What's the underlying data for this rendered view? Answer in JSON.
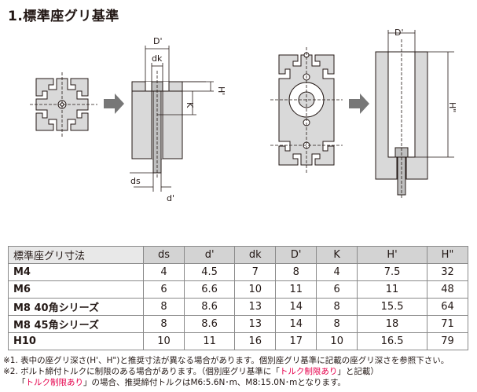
{
  "title": "1.標準座グリ基準",
  "labels": {
    "d_prime_upper": "D'",
    "dk": "dk",
    "h_prime": "H'",
    "k": "K",
    "ds": "ds",
    "d_prime_lower": "d'",
    "d_prime_right": "D'",
    "h_double": "H\""
  },
  "table": {
    "headers": [
      "標準座グリ寸法",
      "ds",
      "d'",
      "dk",
      "D'",
      "K",
      "H'",
      "H\""
    ],
    "rows": [
      [
        "M4",
        "4",
        "4.5",
        "7",
        "8",
        "4",
        "7.5",
        "32"
      ],
      [
        "M6",
        "6",
        "6.6",
        "10",
        "11",
        "6",
        "11",
        "48"
      ],
      [
        "M8 40角シリーズ",
        "8",
        "8.6",
        "13",
        "14",
        "8",
        "15.5",
        "64"
      ],
      [
        "M8 45角シリーズ",
        "8",
        "8.6",
        "13",
        "14",
        "8",
        "18",
        "71"
      ],
      [
        "H10",
        "10",
        "11",
        "16",
        "17",
        "10",
        "16.5",
        "79"
      ]
    ]
  },
  "notes": {
    "n1": "※1. 表中の座グリ深さ(H'、H\")と推奨寸法が異なる場合があります。個別座グリ基準に記載の座グリ深さを参照下さい。",
    "n2_a": "※2. ボルト締付トルクに制限のある場合があります。（個別座グリ基準に「",
    "n2_red": "トルク制限あり",
    "n2_b": "」と記載）",
    "n3_a": "「",
    "n3_red": "トルク制限あり",
    "n3_b": "」の場合、推奨締付トルクはM6:5.6N･m、M8:15.0N･mとなります。"
  },
  "colors": {
    "accent_red": "#e6004c",
    "header_gray": "#d3d3d3",
    "profile_gray": "#d9d9d9"
  }
}
